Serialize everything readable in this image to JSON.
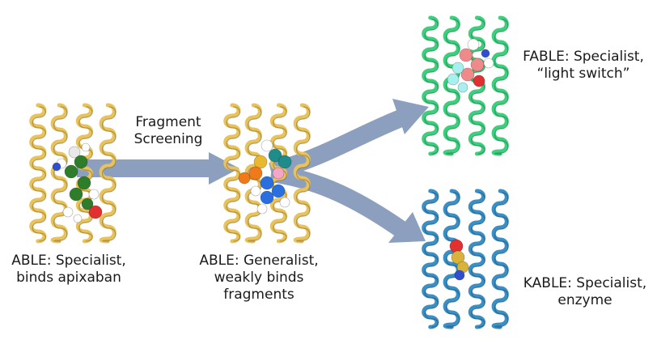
{
  "labels": {
    "able_specialist": {
      "line1": "ABLE: Specialist,",
      "line2": "binds apixaban"
    },
    "fragment_screening": {
      "line1": "Fragment",
      "line2": "Screening"
    },
    "able_generalist": {
      "line1": "ABLE: Generalist,",
      "line2": "weakly binds",
      "line3": "fragments"
    },
    "fable_specialist": {
      "line1": "FABLE: Specialist,",
      "line2": "“light switch”"
    },
    "kable_specialist": {
      "line1": "KABLE: Specialist,",
      "line2": "enzyme"
    }
  },
  "colors": {
    "able_helix": "#e8c25a",
    "fable_helix": "#3dcf7e",
    "kable_helix": "#3a8fc4",
    "arrow": "#8d9fbf",
    "apixaban_ligand": "#2e7d2a",
    "fragment_teal": "#1f8c8c",
    "fragment_orange": "#f07a1a",
    "fragment_blue": "#2a6fe0",
    "fable_ligand": "#f08a8a",
    "kable_ligand": "#d9b23a"
  }
}
